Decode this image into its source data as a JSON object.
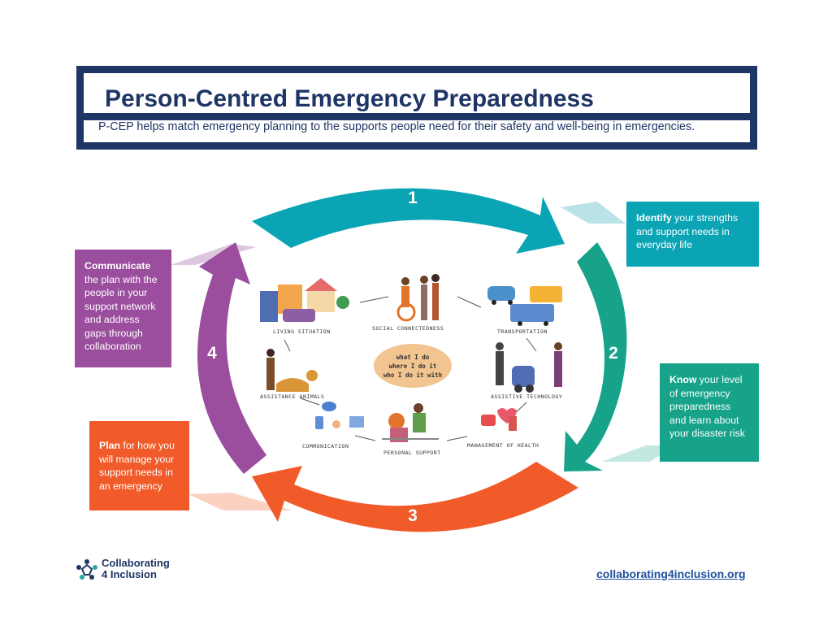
{
  "header": {
    "title": "Person-Centred Emergency Preparedness",
    "subtitle": "P-CEP helps match emergency planning to the supports people need for their safety and well-being in emergencies."
  },
  "cycle": {
    "steps": [
      {
        "number": "1",
        "keyword": "Identify",
        "text": " your strengths and support needs in everyday life",
        "color": "#0aa4b5"
      },
      {
        "number": "2",
        "keyword": "Know",
        "text": " your level of emergency preparedness and learn about your disaster risk",
        "color": "#16a38a"
      },
      {
        "number": "3",
        "keyword": "Plan",
        "text": " for how you will manage your support needs in an emergency",
        "color": "#f15a29"
      },
      {
        "number": "4",
        "keyword": "Communicate",
        "text": " the plan with the people in your support network and address gaps through collaboration",
        "color": "#9b4d9e"
      }
    ]
  },
  "center": {
    "lines": [
      "what I do",
      "where I do it",
      "who I do it with"
    ],
    "labels": {
      "living": "LIVING SITUATION",
      "social": "SOCIAL CONNECTEDNESS",
      "transport": "TRANSPORTATION",
      "assistive": "ASSISTIVE TECHNOLOGY",
      "health": "MANAGEMENT OF HEALTH",
      "personal": "PERSONAL SUPPORT",
      "communication": "COMMUNICATION",
      "animals": "ASSISTANCE ANIMALS"
    }
  },
  "footer": {
    "logo_line1": "Collaborating",
    "logo_line2": "4 Inclusion",
    "link": "collaborating4inclusion.org"
  }
}
